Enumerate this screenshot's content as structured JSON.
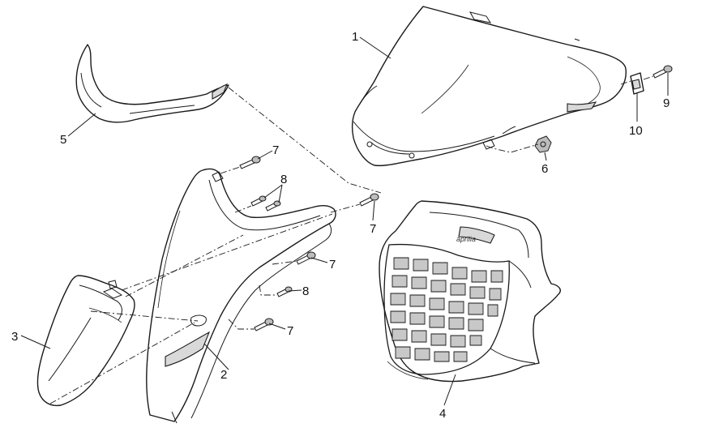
{
  "callouts": {
    "c1": "1",
    "c2": "2",
    "c3": "3",
    "c4": "4",
    "c5": "5",
    "c6": "6",
    "c7a": "7",
    "c7b": "7",
    "c7c": "7",
    "c7d": "7",
    "c8a": "8",
    "c8b": "8",
    "c9": "9",
    "c10": "10"
  },
  "brand_mark": "aprilia",
  "colors": {
    "line": "#1a1a1a",
    "shade": "#d9d9d9",
    "background": "#ffffff"
  }
}
